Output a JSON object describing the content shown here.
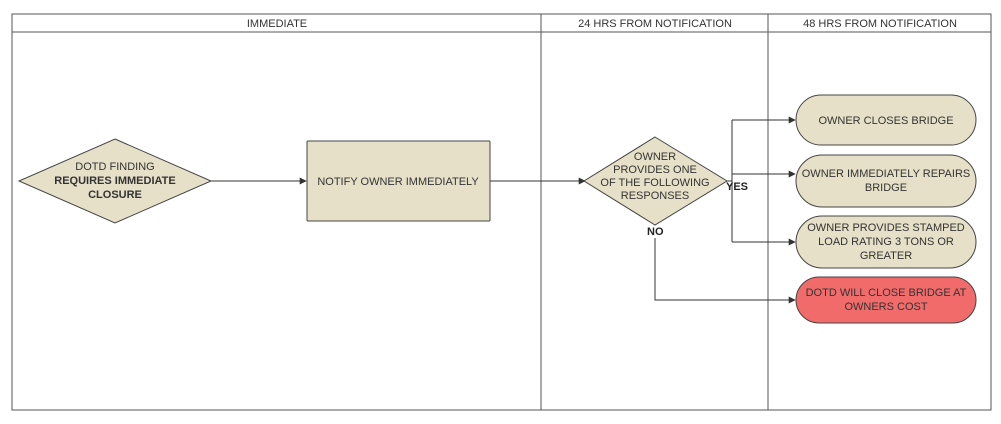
{
  "lanes": [
    {
      "title": "IMMEDIATE"
    },
    {
      "title": "24 HRS FROM NOTIFICATION"
    },
    {
      "title": "48 HRS FROM NOTIFICATION"
    }
  ],
  "nodes": {
    "dotd_finding": {
      "line1": "DOTD FINDING",
      "line2": "REQUIRES IMMEDIATE",
      "line3": "CLOSURE"
    },
    "notify_owner": {
      "label": "NOTIFY OWNER IMMEDIATELY"
    },
    "owner_provides": {
      "line1": "OWNER",
      "line2": "PROVIDES ONE",
      "line3": "OF THE FOLLOWING",
      "line4": "RESPONSES"
    },
    "owner_closes": {
      "label": "OWNER CLOSES BRIDGE"
    },
    "owner_repairs": {
      "line1": "OWNER IMMEDIATELY REPAIRS",
      "line2": "BRIDGE"
    },
    "owner_load_rating": {
      "line1": "OWNER PROVIDES STAMPED",
      "line2": "LOAD RATING 3 TONS OR",
      "line3": "GREATER"
    },
    "dotd_close": {
      "line1": "DOTD WILL CLOSE BRIDGE AT",
      "line2": "OWNERS COST"
    }
  },
  "edge_labels": {
    "yes": "YES",
    "no": "NO"
  },
  "colors": {
    "node_fill": "#e6e0c8",
    "alert_fill": "#f26b6b",
    "stroke": "#444444",
    "lane_border": "#555555"
  }
}
